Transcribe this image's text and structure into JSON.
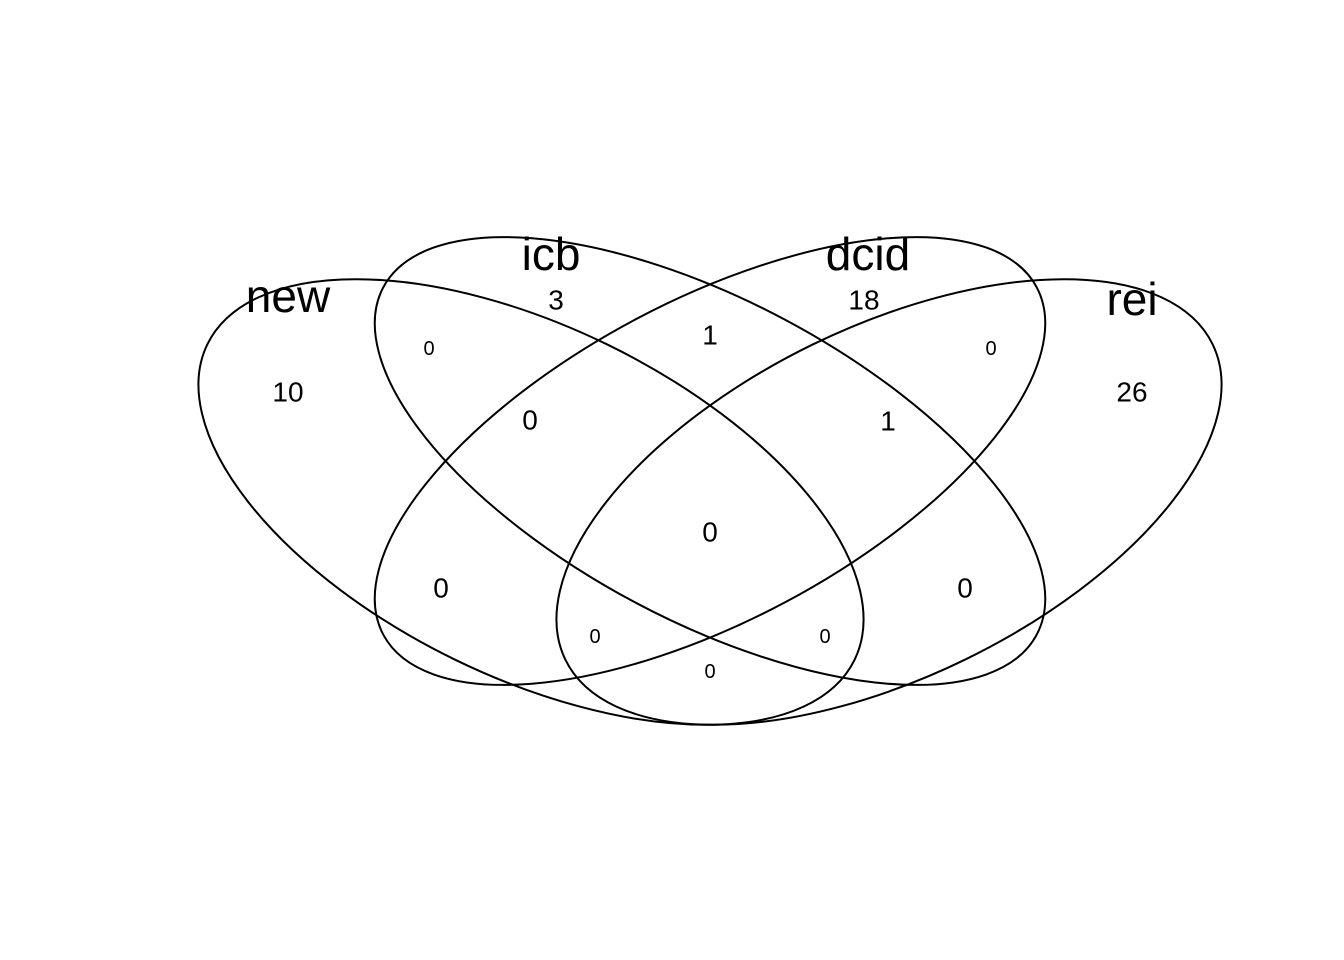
{
  "sets": [
    {
      "id": "new",
      "name": "new"
    },
    {
      "id": "icb",
      "name": "icb"
    },
    {
      "id": "dcid",
      "name": "dcid"
    },
    {
      "id": "rei",
      "name": "rei"
    }
  ],
  "regions": {
    "new_only": "10",
    "icb_only": "3",
    "dcid_only": "18",
    "rei_only": "26",
    "new_icb": "0",
    "icb_dcid": "1",
    "dcid_rei": "0",
    "new_icb_dcid": "0",
    "icb_dcid_rei": "1",
    "new_icb_dcid_rei": "0",
    "new_dcid": "0",
    "icb_rei": "0",
    "new_dcid_rei": "0",
    "new_icb_rei": "0",
    "new_rei": "0"
  }
}
